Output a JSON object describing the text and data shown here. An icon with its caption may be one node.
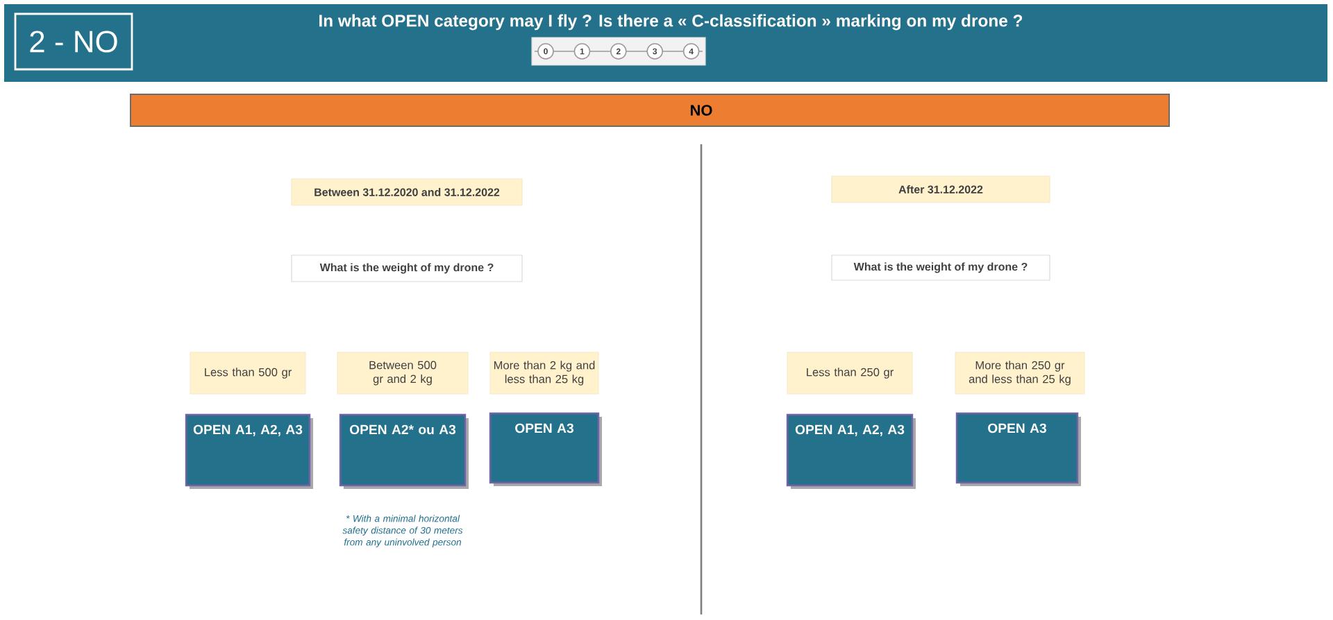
{
  "diagram": {
    "title": "In what OPEN category may I fly ? Is there a « C-classification » marking on my drone ?",
    "nodes": [
      {
        "text": [
          "2 - NO"
        ]
      },
      {
        "text": [
          "NO"
        ]
      },
      {
        "text": [
          "Between 31.12.2020 and 31.12.2022"
        ]
      },
      {
        "text": [
          "What is the weight of my drone ?"
        ]
      },
      {
        "text": [
          "Less than 500 gr"
        ]
      },
      {
        "text": [
          "Between 500 gr and 2 kg"
        ]
      },
      {
        "text": [
          "More than 2 kg and less than 25 kg"
        ]
      },
      {
        "text": [
          "OPEN A1, A2, A3"
        ]
      },
      {
        "text": [
          "OPEN A2* ou A3"
        ],
        "beside": [
          "* With a minimal horizontal safety distance of 30 meters from any uninvolved person"
        ]
      },
      {
        "text": [
          "OPEN A3"
        ]
      },
      {
        "text": [
          "After 31.12.2022"
        ]
      },
      {
        "text": [
          "What is the weight of my drone ?"
        ]
      },
      {
        "text": [
          "Less than 250 gr"
        ]
      },
      {
        "text": [
          "More than 250 gr and less than 25 kg"
        ]
      },
      {
        "text": [
          "OPEN A1, A2, A3"
        ]
      },
      {
        "text": [
          "OPEN A3"
        ]
      }
    ],
    "labels": [
      "0",
      "1",
      "2",
      "3",
      "4"
    ]
  }
}
